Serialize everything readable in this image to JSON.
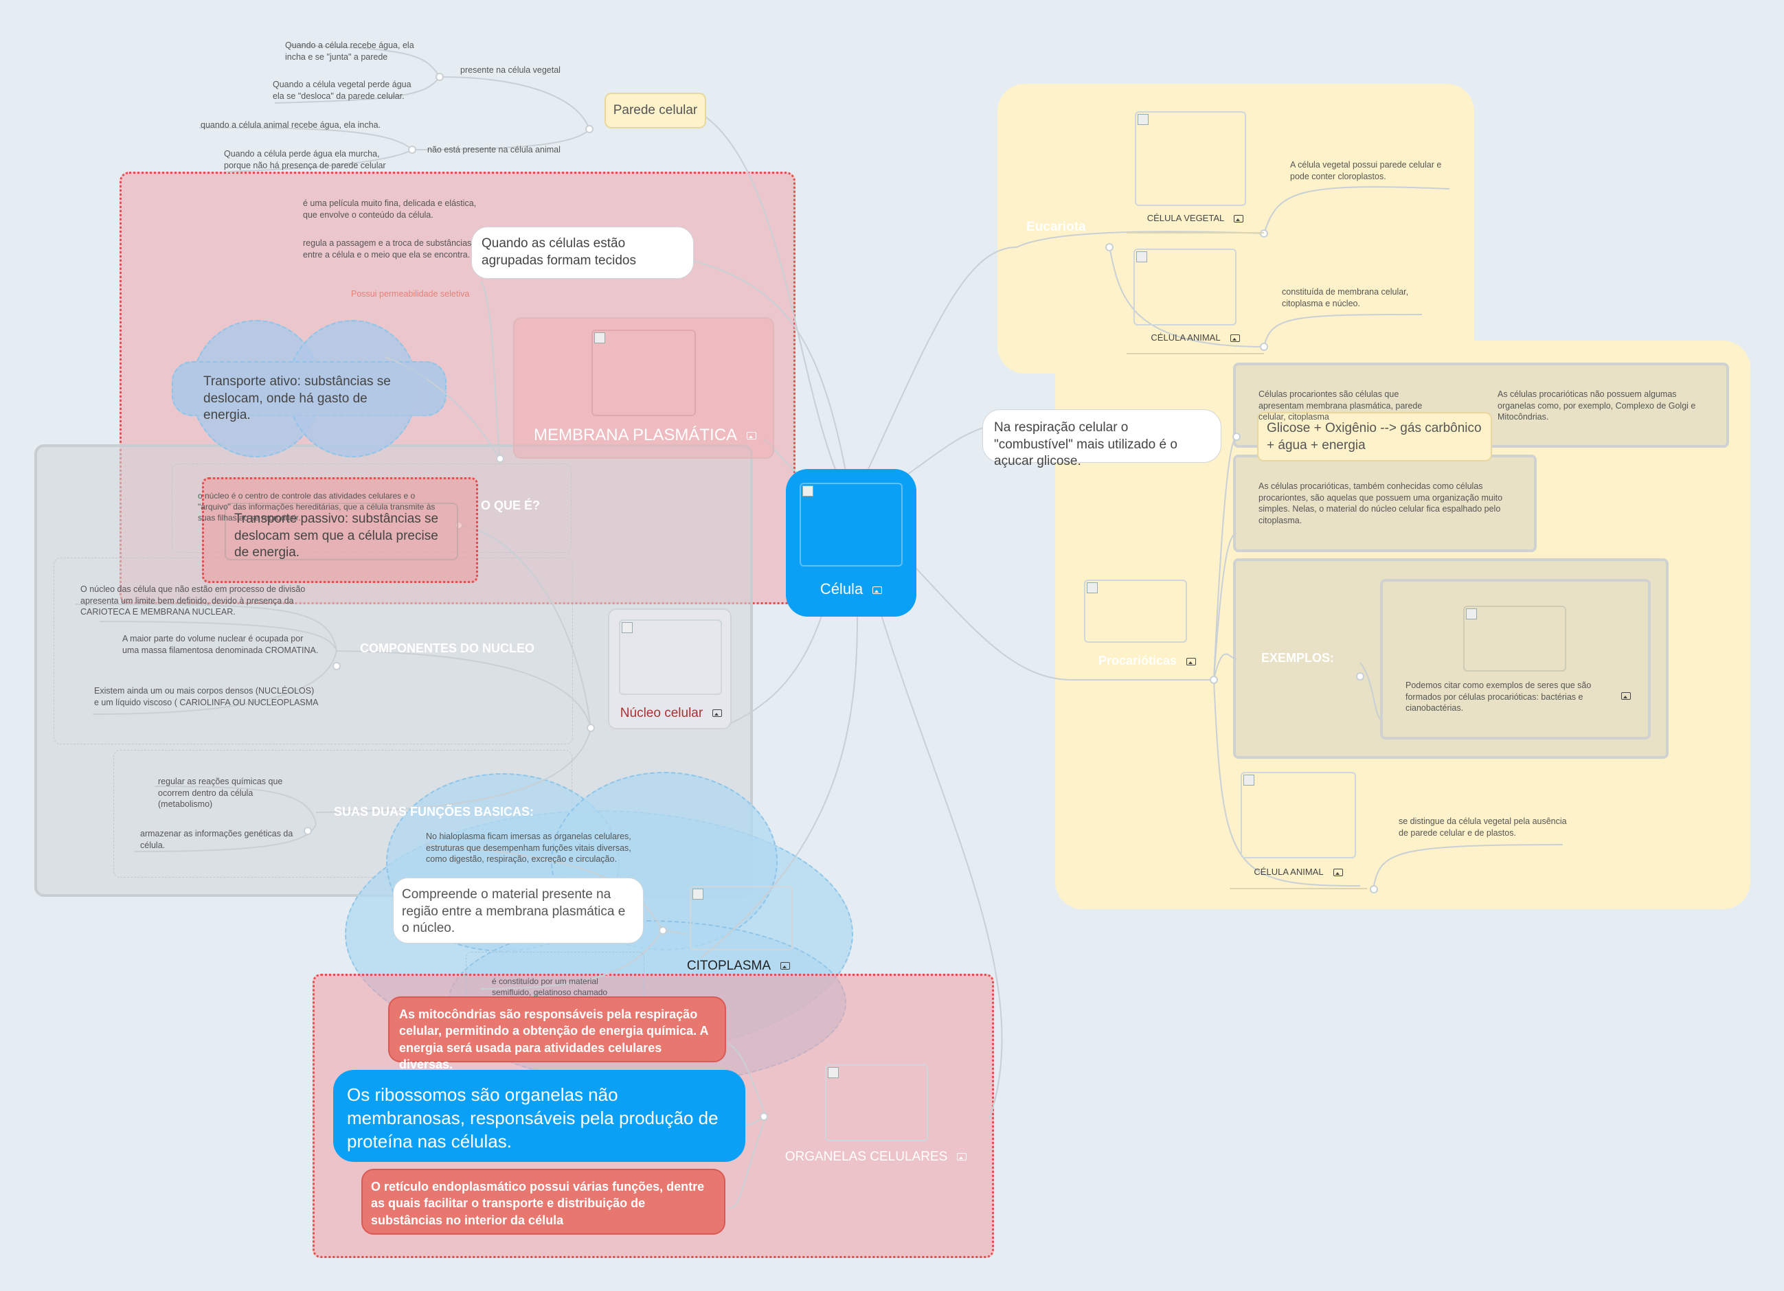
{
  "central": {
    "label": "Célula"
  },
  "parede": {
    "title": "Parede celular",
    "branch_vegetal": "presente na célula vegetal",
    "vegetal_water_in": "Quando a célula recebe água, ela incha e se \"junta\" a parede",
    "vegetal_water_out": "Quando a célula vegetal perde água ela se \"desloca\" da parede celular.",
    "branch_animal": "não está presente na célula animal",
    "animal_water_in": "quando a célula animal recebe água, ela incha.",
    "animal_water_out": "Quando a célula perde água ela murcha, porque não há presença de parede celular"
  },
  "membrana": {
    "title": "MEMBRANA PLASMÁTICA",
    "desc1": "é uma película muito fina, delicada e elástica, que envolve o conteúdo da célula.",
    "desc2": "regula a passagem e a troca de substâncias entre a célula e o meio que ela se encontra.",
    "perm": "Possui permeabilidade seletiva",
    "tecidos": "Quando as células estão agrupadas formam tecidos",
    "ativo": "Transporte ativo: substâncias se deslocam, onde há gasto de energia.",
    "passivo": "Transporte passivo: substâncias se deslocam sem que a célula precise de energia."
  },
  "nucleo": {
    "title": "Núcleo celular",
    "oque_title": "O QUE É?",
    "oque_text": "o núcleo é o centro de controle das atividades celulares e o \"arquivo\" das informações hereditárias, que a célula transmite às suas filhas ao se reproduzir.",
    "componentes_title": "COMPONENTES DO NUCLEO",
    "comp1": "O núcleo das célula que não estão em processo de divisão apresenta um limite bem definido, devido à presença da CARIOTECA E MEMBRANA NUCLEAR.",
    "comp2": "A maior parte do volume nuclear é ocupada por uma massa filamentosa denominada CROMATINA.",
    "comp3": "Existem ainda um ou mais corpos densos (NUCLÉOLOS) e um líquido viscoso ( CARIOLINFA OU NUCLEOPLASMA",
    "funcoes_title": "SUAS DUAS FUNÇÕES BASICAS:",
    "func1": "regular as reações químicas que ocorrem dentro da célula (metabolismo)",
    "func2": "armazenar as informações genéticas da célula."
  },
  "citoplasma": {
    "title": "CITOPLASMA",
    "def": "Compreende o material presente na região entre a membrana plasmática e o núcleo.",
    "hialo": "No hialoplasma ficam imersas as organelas celulares, estruturas que desempenham funções vitais diversas, como digestão, respiração, excreção e circulação.",
    "semi": "é constituído por um material semifluido, gelatinoso chamado"
  },
  "organelas": {
    "title": "ORGANELAS CELULARES",
    "mito": "As mitocôndrias  são responsáveis pela respiração celular, permitindo  a obtenção de energia química. A energia será usada para atividades celulares diversas.",
    "ribo": "Os ribossomos são organelas não membranosas, responsáveis pela produção de proteína nas células.",
    "reticulo": "O retículo endoplasmático possui várias funções, dentre as quais facilitar o transporte e distribuição de substâncias no interior da célula"
  },
  "respiracao": {
    "question": "Na respiração celular o \"combustível\" mais utilizado é o açucar glicose.",
    "answer": "Glicose + Oxigênio --> gás carbônico + água + energia"
  },
  "eucariota": {
    "title": "Eucariota",
    "vegetal_label": "CÉLULA VEGETAL",
    "vegetal_text": "A célula vegetal possui parede celular e pode conter cloroplastos.",
    "animal_label": "CÉLULA ANIMAL",
    "animal_text": "constituída de membrana celular, citoplasma e núcleo."
  },
  "procariotica": {
    "title": "Procarióticas",
    "desc1": "Células procariontes são células que apresentam membrana plasmática, parede celular, citoplasma",
    "desc1b": "As células procarióticas não possuem algumas organelas como, por exemplo, Complexo de Golgi e Mitocôndrias.",
    "desc2": "As células procarióticas, também conhecidas como células procariontes, são aquelas que possuem uma organização muito simples. Nelas, o material do núcleo celular fica espalhado pelo citoplasma.",
    "exemplos_title": "EXEMPLOS:",
    "exemplos_text": "Podemos citar como exemplos de seres que são formados por células procarióticas: bactérias e cianobactérias.",
    "animal_label": "CÉLULA ANIMAL",
    "animal_text": "se distingue da célula vegetal pela ausência de parede celular e de plastos."
  },
  "colors": {
    "central": "#0aa0f5",
    "yellow_region": "#fdf2c9",
    "pink_region": "#f3b4b8",
    "grey_region": "#dcdfe2",
    "cloud": "#b8dcf2",
    "red_node": "#e8776f",
    "pink_text": "#e58278"
  }
}
